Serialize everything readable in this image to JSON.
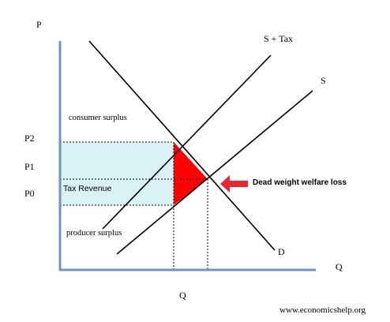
{
  "axes": {
    "y_label": "P",
    "x_label": "Q",
    "q_label": "Q"
  },
  "prices": {
    "p2": "P2",
    "p1": "P1",
    "p0": "P0"
  },
  "curves": {
    "supply_tax": "S + Tax",
    "supply": "S",
    "demand": "D"
  },
  "areas": {
    "consumer_surplus": "consumer surplus",
    "tax_revenue": "Tax Revenue",
    "producer_surplus": "producer surplus"
  },
  "annotation": "Dead weight welfare loss",
  "watermark": "www.economicshelp.org",
  "colors": {
    "axis": "#6b95c8",
    "tax_fill": "#d9f2f5",
    "deadweight": "#ff0000",
    "arrow": "#e8282d",
    "line": "#000000"
  }
}
